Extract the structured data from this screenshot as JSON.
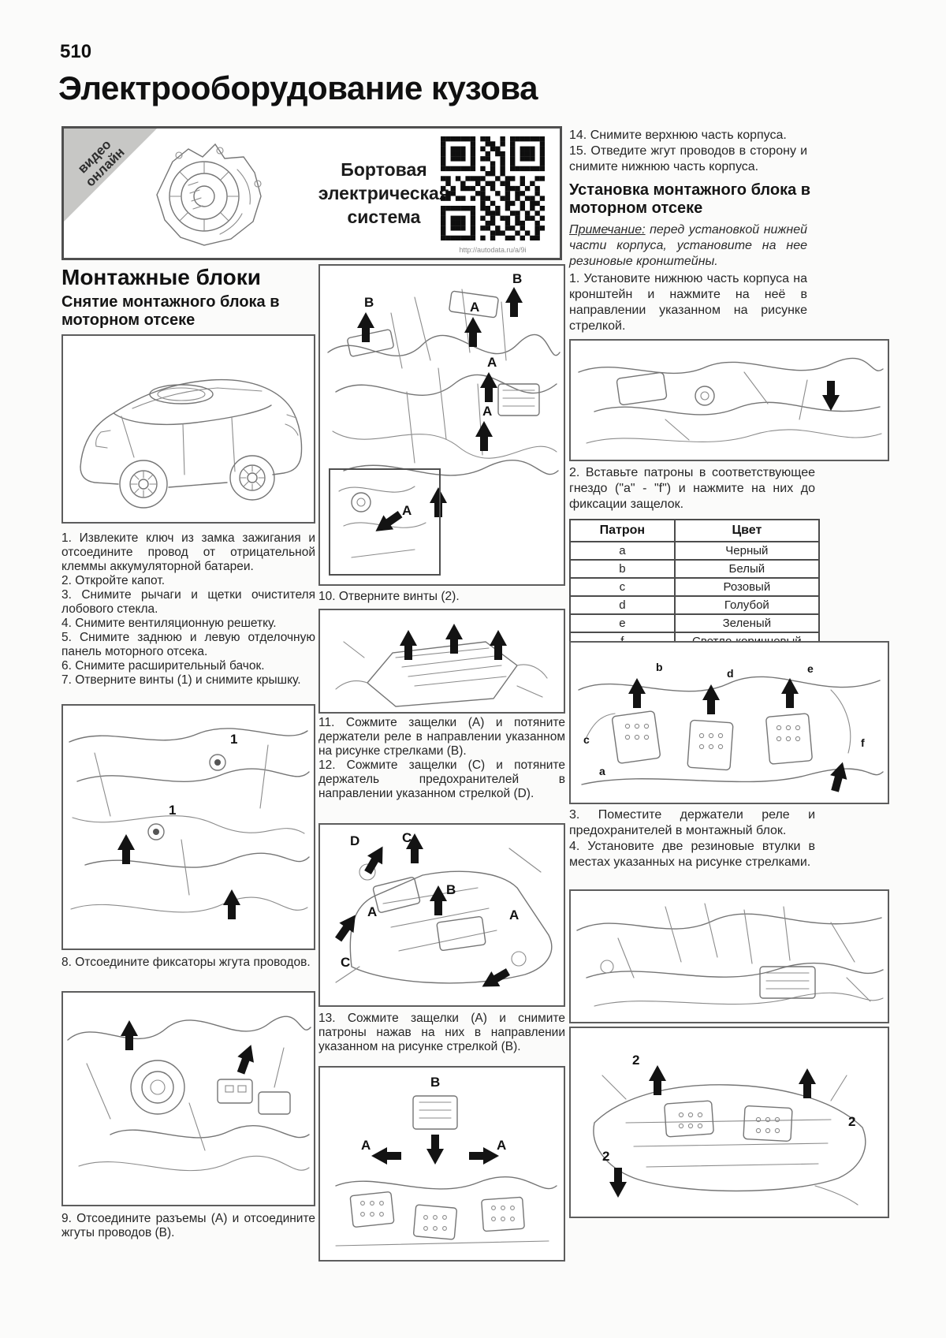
{
  "page": {
    "number": "510",
    "title": "Электрооборудование кузова"
  },
  "header": {
    "badge": "видео онлайн",
    "caption": "Бортовая электрическая система",
    "qr_url": "http://autodata.ru/a/9i"
  },
  "left": {
    "heading": "Монтажные блоки",
    "subheading": "Снятие монтажного блока в моторном отсеке",
    "steps": [
      "1. Извлеките ключ из замка зажигания и отсоедините провод от отрицательной клеммы аккумуляторной батареи.",
      "2. Откройте капот.",
      "3. Снимите рычаги и щетки очистителя лобового стекла.",
      "4. Снимите вентиляционную решетку.",
      "5. Снимите заднюю и левую отделочную панель моторного отсека.",
      "6. Снимите расширительный бачок.",
      "7. Отверните винты (1) и снимите крышку."
    ],
    "step8": "8. Отсоедините фиксаторы жгута проводов.",
    "step9": "9. Отсоедините разъемы (A) и отсоедините жгуты проводов (B)."
  },
  "middle": {
    "step10": "10. Отверните винты (2).",
    "step11": "11. Сожмите защелки (A) и потяните держатели реле в направлении указанном на рисунке стрелками (B).",
    "step12": "12. Сожмите защелки (C) и потяните держатель предохранителей в направлении указанном стрелкой (D).",
    "step13": "13. Сожмите защелки (A) и снимите патроны нажав на них в направлении указанном на рисунке стрелкой (B)."
  },
  "right": {
    "step14": "14. Снимите верхнюю часть корпуса.",
    "step15": "15. Отведите жгут проводов в сторону и снимите нижнюю часть корпуса.",
    "heading": "Установка монтажного блока в моторном отсеке",
    "note_label": "Примечание:",
    "note_text": " перед установкой нижней части корпуса, установите на нее резиновые кронштейны.",
    "step1": "1. Установите нижнюю часть корпуса на кронштейн и нажмите на неё в направлении указанном на рисунке стрелкой.",
    "step2": "2. Вставьте патроны в соответствующее гнездо (\"a\" - \"f\") и нажмите на них до фиксации защелок.",
    "step3": "3. Поместите держатели реле и предохранителей в монтажный блок.",
    "step4": "4. Установите две резиновые втулки в местах указанных на рисунке стрелками.",
    "parts_table": {
      "col1": "Патрон",
      "col2": "Цвет",
      "rows": [
        {
          "p": "a",
          "c": "Черный"
        },
        {
          "p": "b",
          "c": "Белый"
        },
        {
          "p": "c",
          "c": "Розовый"
        },
        {
          "p": "d",
          "c": "Голубой"
        },
        {
          "p": "e",
          "c": "Зеленый"
        },
        {
          "p": "f",
          "c": "Светло-коричневый"
        }
      ]
    }
  },
  "labels": {
    "A": "A",
    "B": "B",
    "C": "C",
    "D": "D",
    "a": "a",
    "b": "b",
    "c": "c",
    "d": "d",
    "e": "e",
    "f": "f",
    "one": "1",
    "two": "2"
  }
}
